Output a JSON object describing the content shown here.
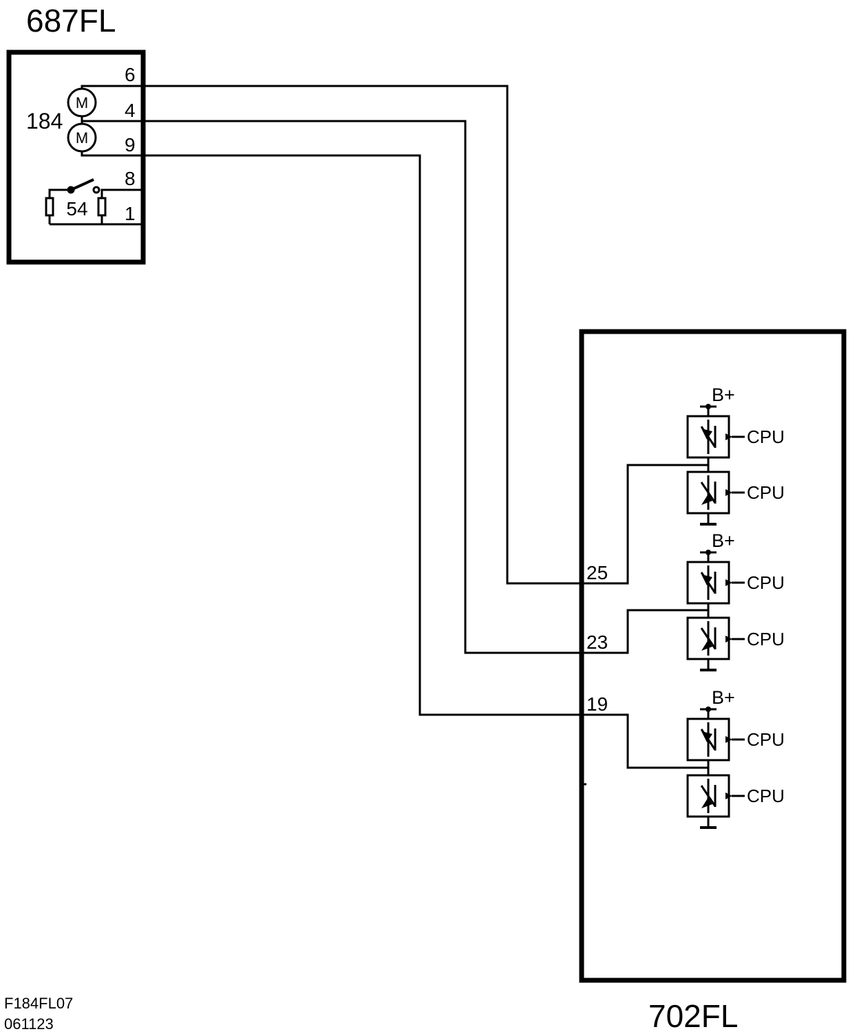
{
  "left_unit": {
    "title": "687FL",
    "component_label": "184",
    "motor_symbol": "M",
    "switch_label": "54",
    "pins": {
      "p6": "6",
      "p4": "4",
      "p9": "9",
      "p8": "8",
      "p1": "1"
    }
  },
  "right_unit": {
    "title": "702FL",
    "pins": {
      "p25": "25",
      "p23": "23",
      "p19": "19"
    },
    "supply_label": "B+",
    "control_label": "CPU"
  },
  "drawing_ref": {
    "code": "F184FL07",
    "date": "061123"
  }
}
